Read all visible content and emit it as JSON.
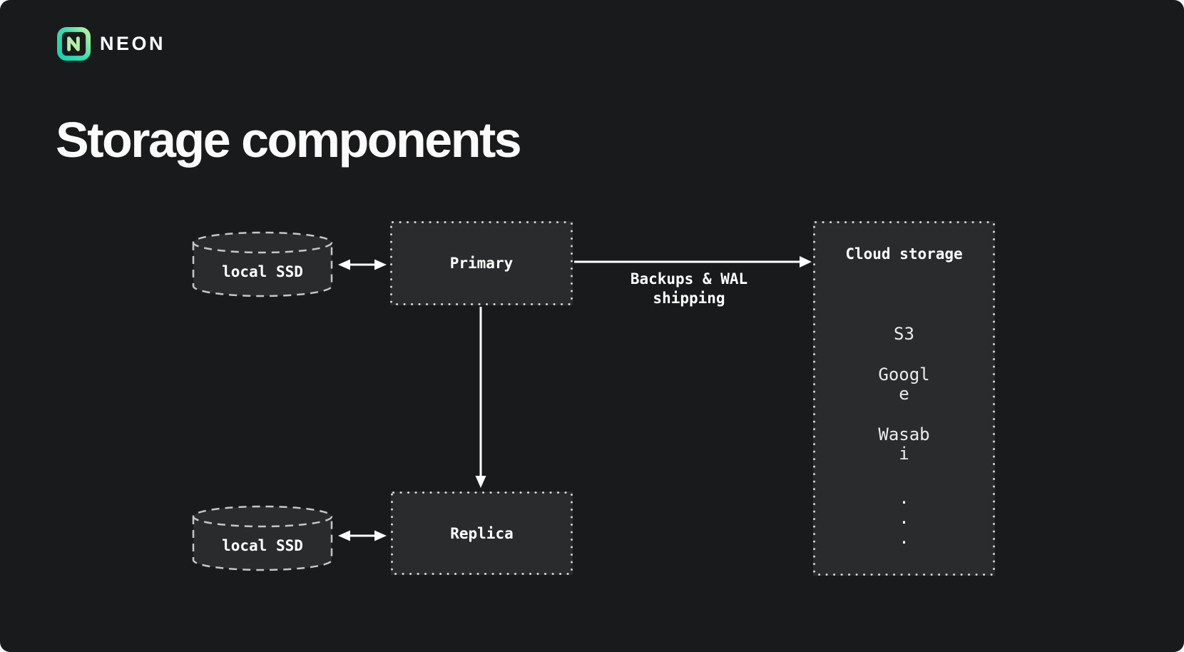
{
  "brand": {
    "name": "NEON"
  },
  "page": {
    "title": "Storage components"
  },
  "nodes": {
    "local_ssd_top": "local SSD",
    "primary": "Primary",
    "local_ssd_bottom": "local SSD",
    "replica": "Replica",
    "cloud": {
      "title": "Cloud storage",
      "providers": [
        "S3",
        "Google",
        "Wasabi"
      ],
      "ellipsis": [
        ".",
        ".",
        "."
      ]
    }
  },
  "edges": {
    "primary_to_cloud": "Backups & WAL shipping"
  },
  "colors": {
    "background": "#191a1b",
    "node_fill": "#2a2b2c",
    "dotted_border": "#d4d4d4",
    "dashed_border": "#c6c6c6",
    "text": "#ffffff",
    "logo_teal": "#13d8ae",
    "logo_green": "#a8f09e"
  }
}
